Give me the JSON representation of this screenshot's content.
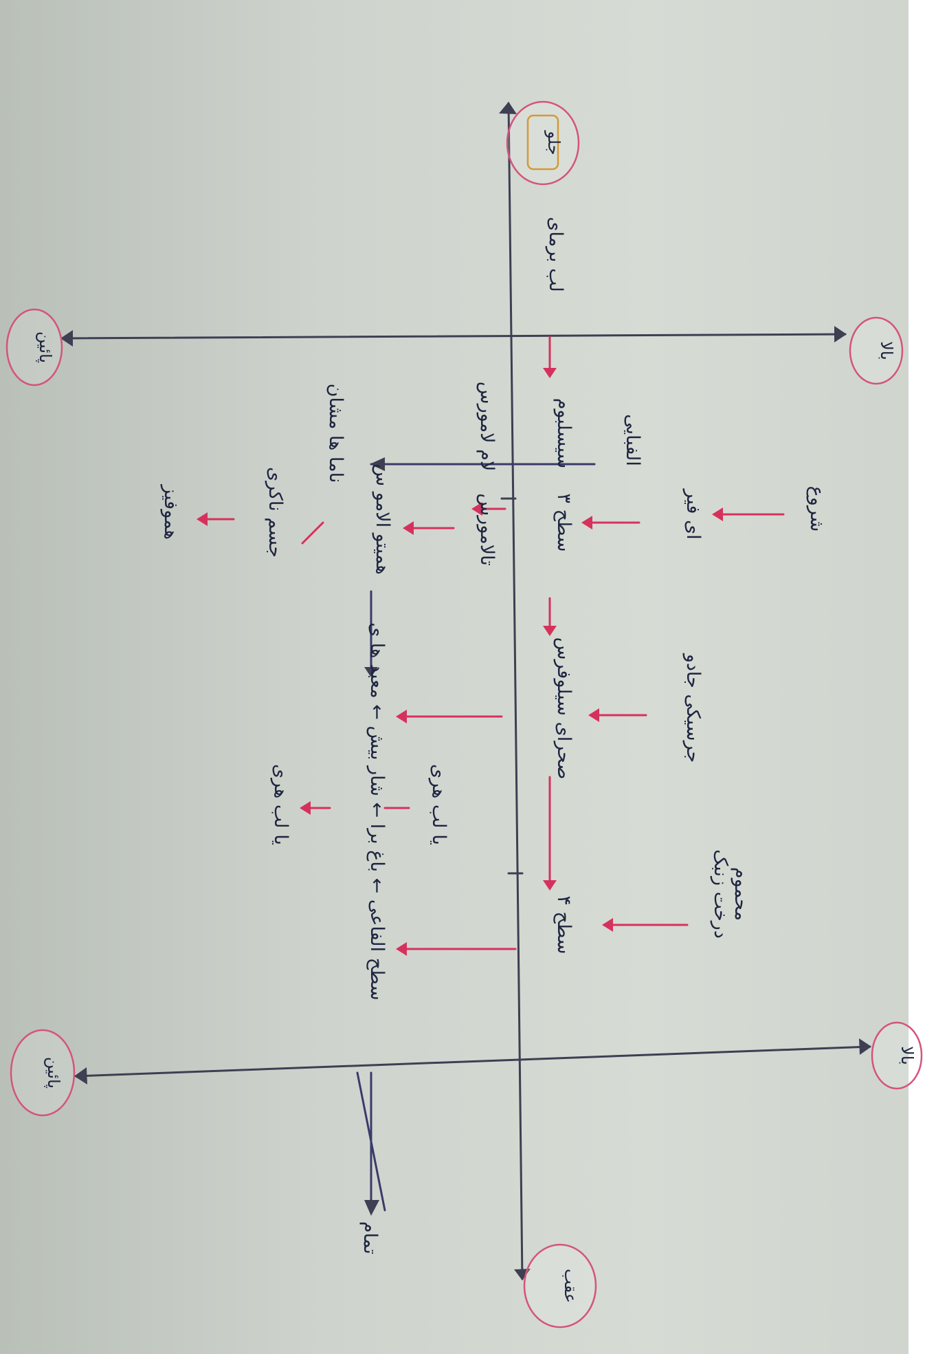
{
  "clouds": {
    "front": "جلو",
    "back": "عقب",
    "top_1": "بالا",
    "bottom_1": "پائین",
    "top_2": "بالا",
    "bottom_2": "پائین"
  },
  "nodes": {
    "start": "شروع",
    "player": "ای فیر",
    "alphabetic": "الفبایی",
    "level3": "سطح ۳",
    "sanctum": "سیسلبوم",
    "barbare": "لب برمای",
    "lamlam": "لام لامورس",
    "tallamus": "تالامورس",
    "hamiltamas": "همیتو الامو س",
    "talam": "ناما ها مشان",
    "body": "جسم ناکری",
    "hamorgiz": "هموفیز",
    "desert_main": "صحرای سیلوفرس",
    "desert_top": "جرسیکی جادو",
    "level4": "سطح ۴",
    "tree_top_1": "محموم",
    "tree_top_2": "درخت زنبک",
    "paper": "یا لب هری",
    "sequence": "سطح الفاعی ← باغ برا ← شار بیش ← معبد ها ی",
    "tabletop": "یا لب هری",
    "final": "تمام"
  }
}
